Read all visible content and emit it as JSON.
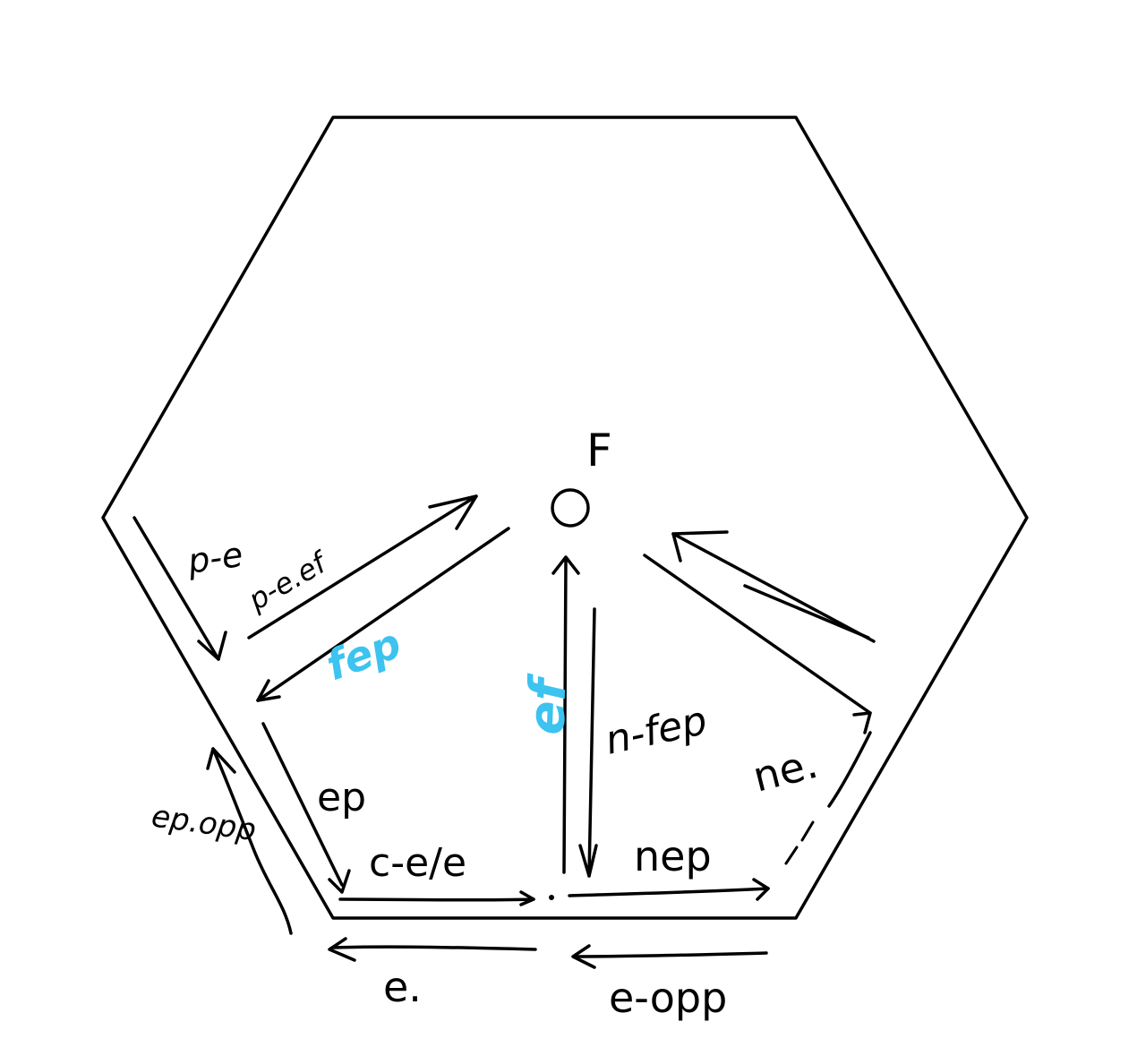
{
  "diagram": {
    "center_label": "F",
    "edge_labels": {
      "top_left_down": "p-e",
      "top_left_up": "p-e.ef",
      "diag_left_in": "fep",
      "left_inner": "ep",
      "left_outer": "ep.opp",
      "bottom_inner_left": "c-e/e",
      "bottom_outer_left": "e.",
      "center_up": "ef",
      "center_down": "n-fep",
      "bottom_inner_right": "nep",
      "bottom_outer_right": "e-opp",
      "right_inner": "ne."
    },
    "colors": {
      "ink": "#000000",
      "highlight": "#3cc3ef"
    }
  }
}
